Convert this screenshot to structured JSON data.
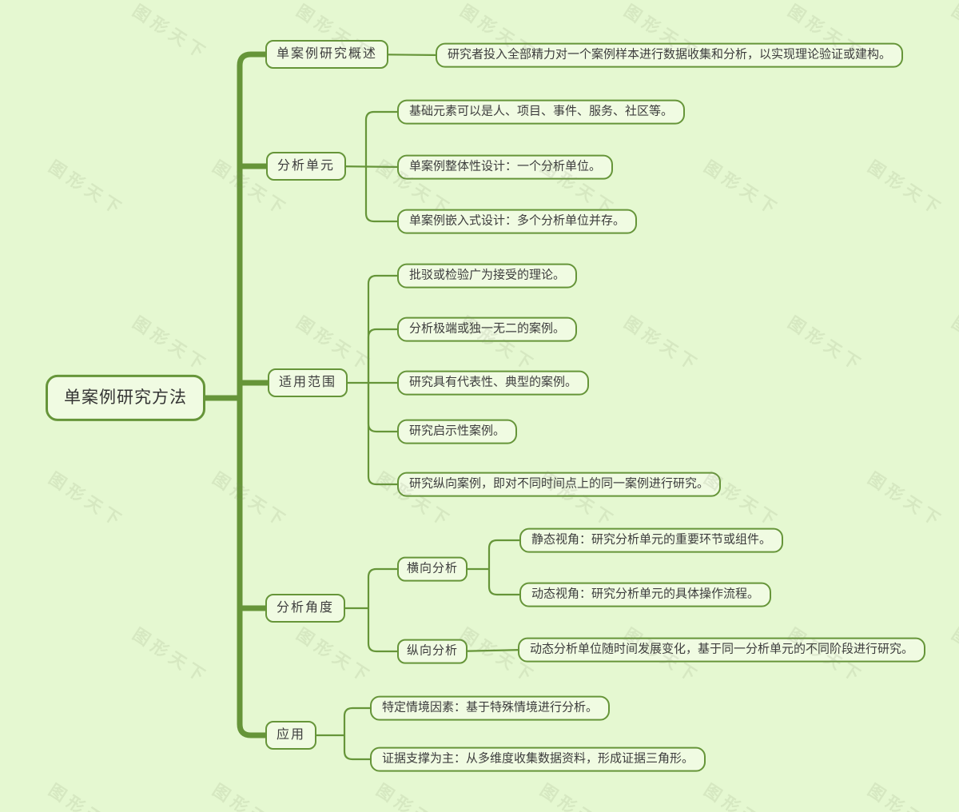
{
  "colors": {
    "background": "#e5f8d1",
    "node_fill": "#f0fbe2",
    "line_green": "#669539",
    "text": "#3d3d3d"
  },
  "watermark": {
    "text": "图形天下"
  },
  "mindmap": {
    "root": {
      "label": "单案例研究方法"
    },
    "branches": [
      {
        "label": "单案例研究概述",
        "children": [
          {
            "label": "研究者投入全部精力对一个案例样本进行数据收集和分析，以实现理论验证或建构。"
          }
        ]
      },
      {
        "label": "分析单元",
        "children": [
          {
            "label": "基础元素可以是人、项目、事件、服务、社区等。"
          },
          {
            "label": "单案例整体性设计：一个分析单位。"
          },
          {
            "label": "单案例嵌入式设计：多个分析单位并存。"
          }
        ]
      },
      {
        "label": "适用范围",
        "children": [
          {
            "label": "批驳或检验广为接受的理论。"
          },
          {
            "label": "分析极端或独一无二的案例。"
          },
          {
            "label": "研究具有代表性、典型的案例。"
          },
          {
            "label": "研究启示性案例。"
          },
          {
            "label": "研究纵向案例，即对不同时间点上的同一案例进行研究。"
          }
        ]
      },
      {
        "label": "分析角度",
        "children": [
          {
            "label": "横向分析",
            "children": [
              {
                "label": "静态视角：研究分析单元的重要环节或组件。"
              },
              {
                "label": "动态视角：研究分析单元的具体操作流程。"
              }
            ]
          },
          {
            "label": "纵向分析",
            "children": [
              {
                "label": "动态分析单位随时间发展变化，基于同一分析单元的不同阶段进行研究。"
              }
            ]
          }
        ]
      },
      {
        "label": "应用",
        "children": [
          {
            "label": "特定情境因素：基于特殊情境进行分析。"
          },
          {
            "label": "证据支撑为主：从多维度收集数据资料，形成证据三角形。"
          }
        ]
      }
    ]
  }
}
